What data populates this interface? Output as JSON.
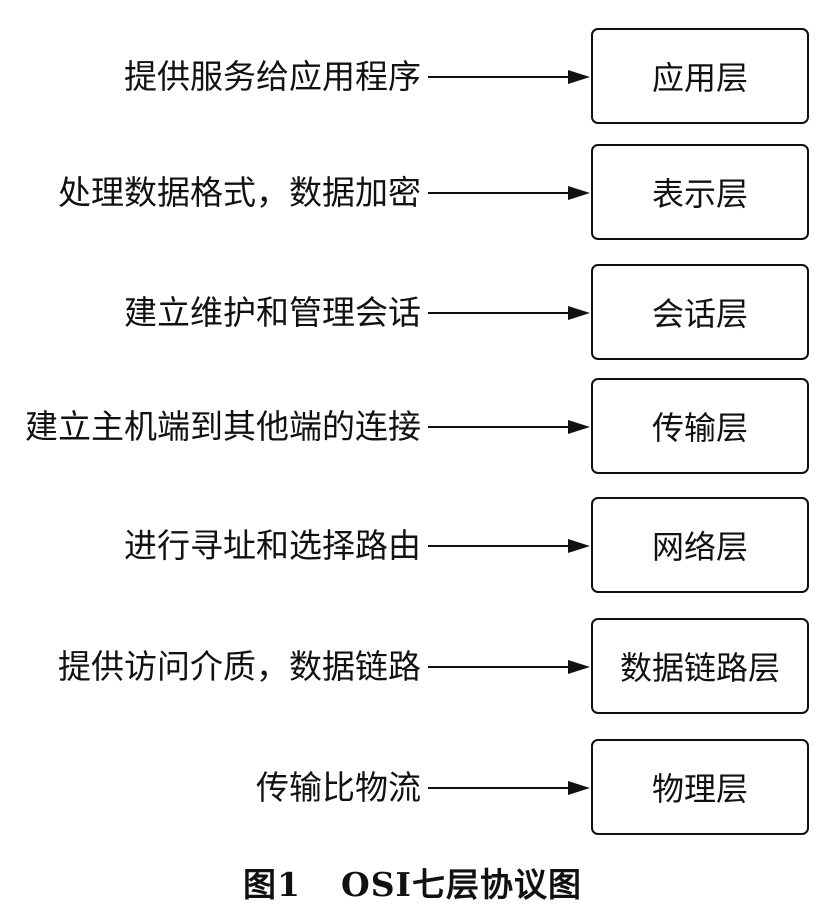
{
  "layers": [
    {
      "function": "提供服务给应用程序",
      "name": "应用层"
    },
    {
      "function": "处理数据格式，数据加密",
      "name": "表示层"
    },
    {
      "function": "建立维护和管理会话",
      "name": "会话层"
    },
    {
      "function": "建立主机端到其他端的连接",
      "name": "传输层"
    },
    {
      "function": "进行寻址和选择路由",
      "name": "网络层"
    },
    {
      "function": "提供访问介质，数据链路",
      "name": "数据链路层"
    },
    {
      "function": "传输比物流",
      "name": "物理层"
    }
  ],
  "caption": {
    "number": "图1",
    "title": "OSI七层协议图"
  }
}
